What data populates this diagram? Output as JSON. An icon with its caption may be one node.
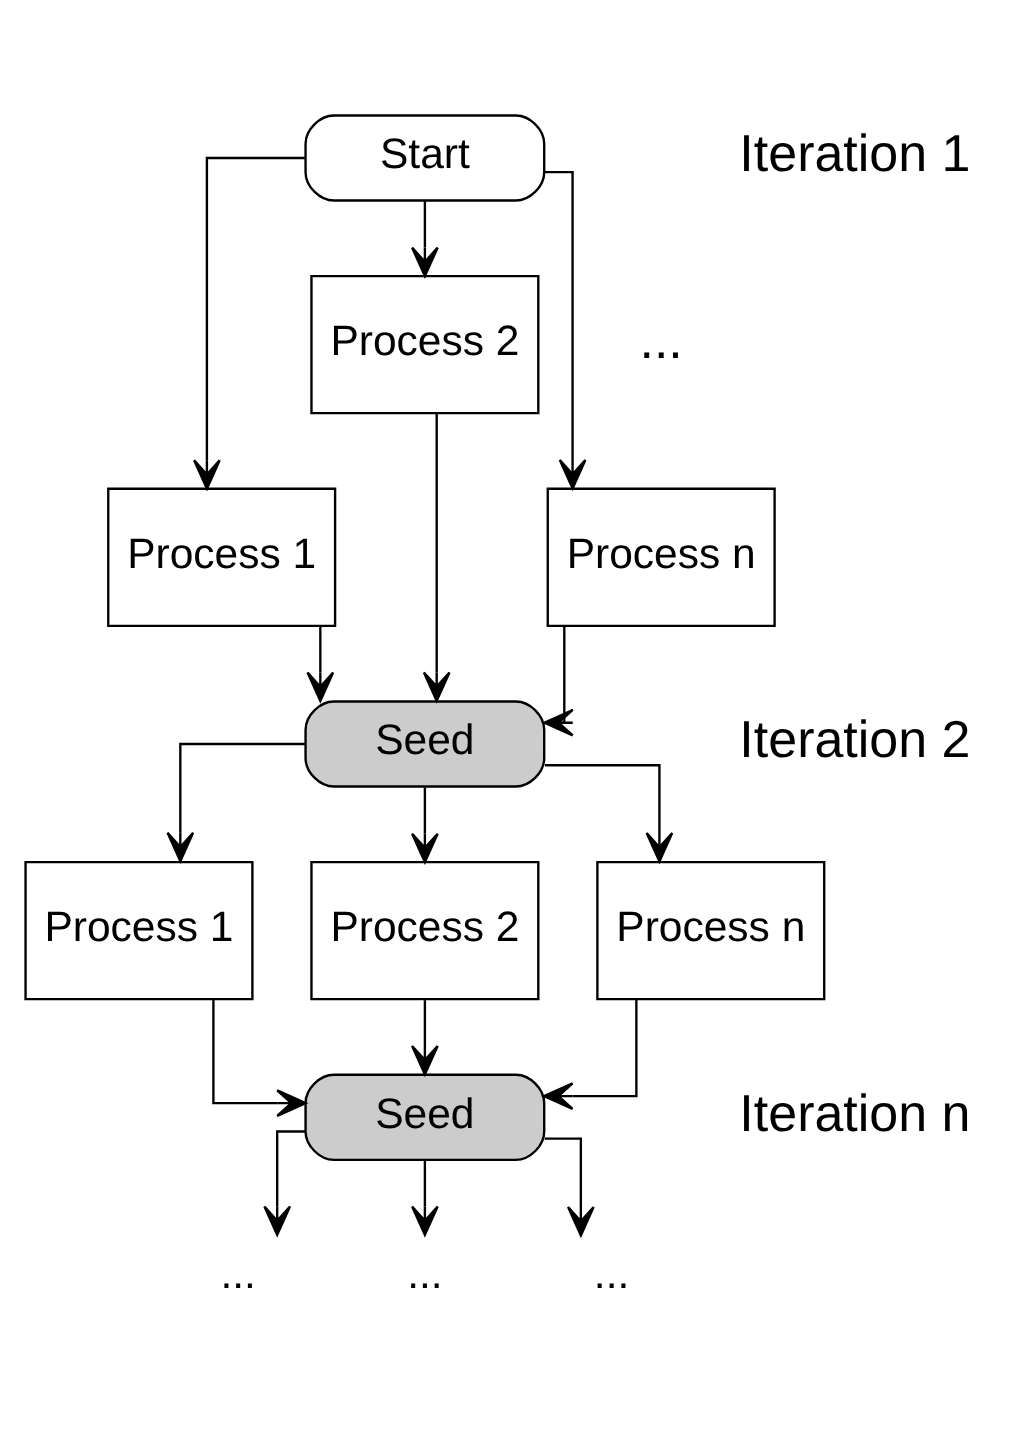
{
  "diagram": {
    "nodes": [
      {
        "text": [
          "Start"
        ]
      },
      {
        "text": [
          "Process 1"
        ]
      },
      {
        "text": [
          "Process 2"
        ]
      },
      {
        "text": [
          "Process n"
        ]
      },
      {
        "text": [
          "Seed"
        ]
      },
      {
        "text": [
          "Process 1"
        ]
      },
      {
        "text": [
          "Process 2"
        ]
      },
      {
        "text": [
          "Process n"
        ]
      },
      {
        "text": [
          "Seed"
        ]
      },
      {
        "text": [
          "..."
        ]
      },
      {
        "text": [
          "..."
        ]
      },
      {
        "text": [
          "..."
        ]
      }
    ],
    "edges": [
      {
        "from": 0,
        "to": 1,
        "arrow": "to"
      },
      {
        "from": 0,
        "to": 2,
        "arrow": "to"
      },
      {
        "from": 0,
        "to": 3,
        "arrow": "to"
      },
      {
        "from": 1,
        "to": 4,
        "arrow": "to"
      },
      {
        "from": 2,
        "to": 4,
        "arrow": "to"
      },
      {
        "from": 3,
        "to": 4,
        "arrow": "to"
      },
      {
        "from": 4,
        "to": 5,
        "arrow": "to"
      },
      {
        "from": 4,
        "to": 6,
        "arrow": "to"
      },
      {
        "from": 4,
        "to": 7,
        "arrow": "to"
      },
      {
        "from": 5,
        "to": 8,
        "arrow": "to"
      },
      {
        "from": 6,
        "to": 8,
        "arrow": "to"
      },
      {
        "from": 7,
        "to": 8,
        "arrow": "to"
      },
      {
        "from": 8,
        "to": 9,
        "arrow": "to"
      },
      {
        "from": 8,
        "to": 10,
        "arrow": "to"
      },
      {
        "from": 8,
        "to": 11,
        "arrow": "to"
      }
    ],
    "labels": [
      "Iteration 1",
      "...",
      "Iteration 2",
      "Iteration n"
    ]
  }
}
